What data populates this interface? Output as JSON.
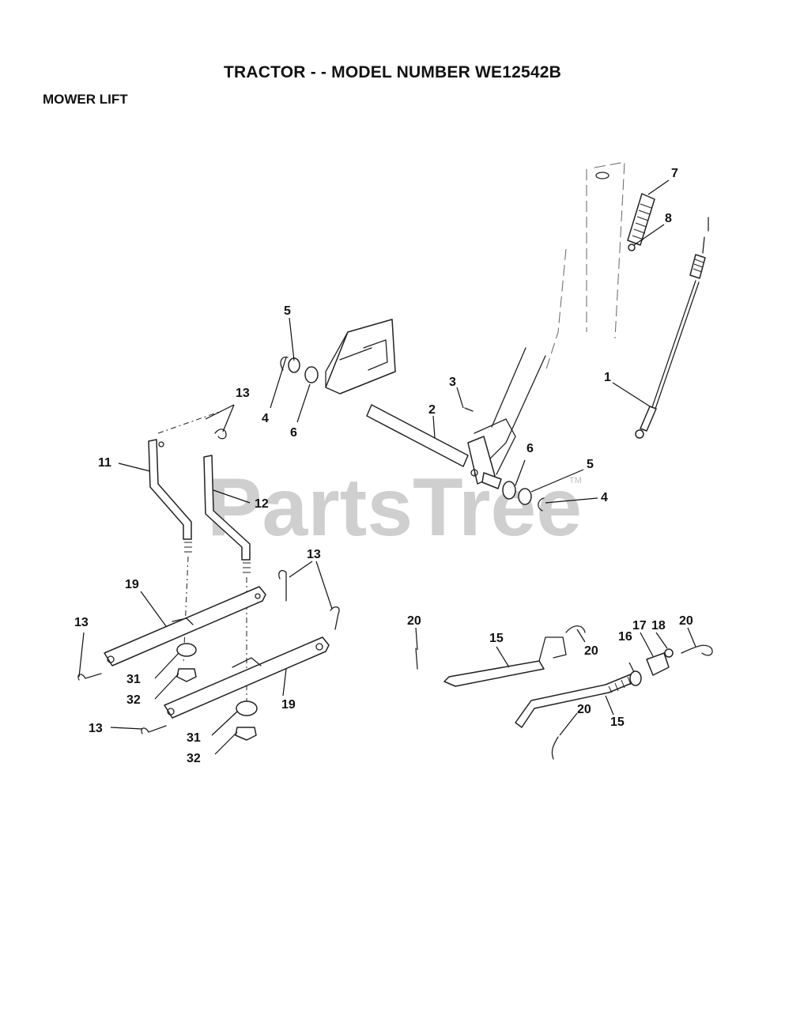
{
  "header": {
    "title": "TRACTOR - - MODEL NUMBER WE12542B",
    "subtitle": "MOWER LIFT"
  },
  "watermark": {
    "text": "PartsTree",
    "trademark": "TM"
  },
  "callouts": [
    {
      "id": "c1",
      "label": "1"
    },
    {
      "id": "c2",
      "label": "2"
    },
    {
      "id": "c3",
      "label": "3"
    },
    {
      "id": "c4a",
      "label": "4"
    },
    {
      "id": "c4b",
      "label": "4"
    },
    {
      "id": "c5a",
      "label": "5"
    },
    {
      "id": "c5b",
      "label": "5"
    },
    {
      "id": "c6a",
      "label": "6"
    },
    {
      "id": "c6b",
      "label": "6"
    },
    {
      "id": "c7",
      "label": "7"
    },
    {
      "id": "c8",
      "label": "8"
    },
    {
      "id": "c11",
      "label": "11"
    },
    {
      "id": "c12",
      "label": "12"
    },
    {
      "id": "c13a",
      "label": "13"
    },
    {
      "id": "c13b",
      "label": "13"
    },
    {
      "id": "c13c",
      "label": "13"
    },
    {
      "id": "c13d",
      "label": "13"
    },
    {
      "id": "c15a",
      "label": "15"
    },
    {
      "id": "c15b",
      "label": "15"
    },
    {
      "id": "c16",
      "label": "16"
    },
    {
      "id": "c17",
      "label": "17"
    },
    {
      "id": "c18",
      "label": "18"
    },
    {
      "id": "c19a",
      "label": "19"
    },
    {
      "id": "c19b",
      "label": "19"
    },
    {
      "id": "c20a",
      "label": "20"
    },
    {
      "id": "c20b",
      "label": "20"
    },
    {
      "id": "c20c",
      "label": "20"
    },
    {
      "id": "c20d",
      "label": "20"
    },
    {
      "id": "c31a",
      "label": "31"
    },
    {
      "id": "c31b",
      "label": "31"
    },
    {
      "id": "c32a",
      "label": "32"
    },
    {
      "id": "c32b",
      "label": "32"
    }
  ]
}
